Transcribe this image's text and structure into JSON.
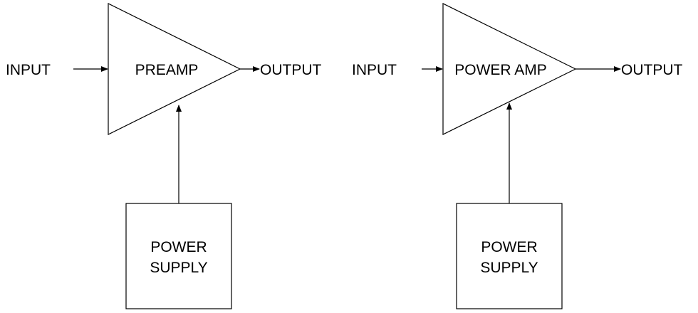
{
  "diagram": {
    "blocks": [
      {
        "input_label": "INPUT",
        "amp_label": "PREAMP",
        "output_label": "OUTPUT",
        "supply_label_line1": "POWER",
        "supply_label_line2": "SUPPLY"
      },
      {
        "input_label": "INPUT",
        "amp_label": "POWER AMP",
        "output_label": "OUTPUT",
        "supply_label_line1": "POWER",
        "supply_label_line2": "SUPPLY"
      }
    ],
    "colors": {
      "stroke": "#000000",
      "background": "#ffffff"
    }
  }
}
